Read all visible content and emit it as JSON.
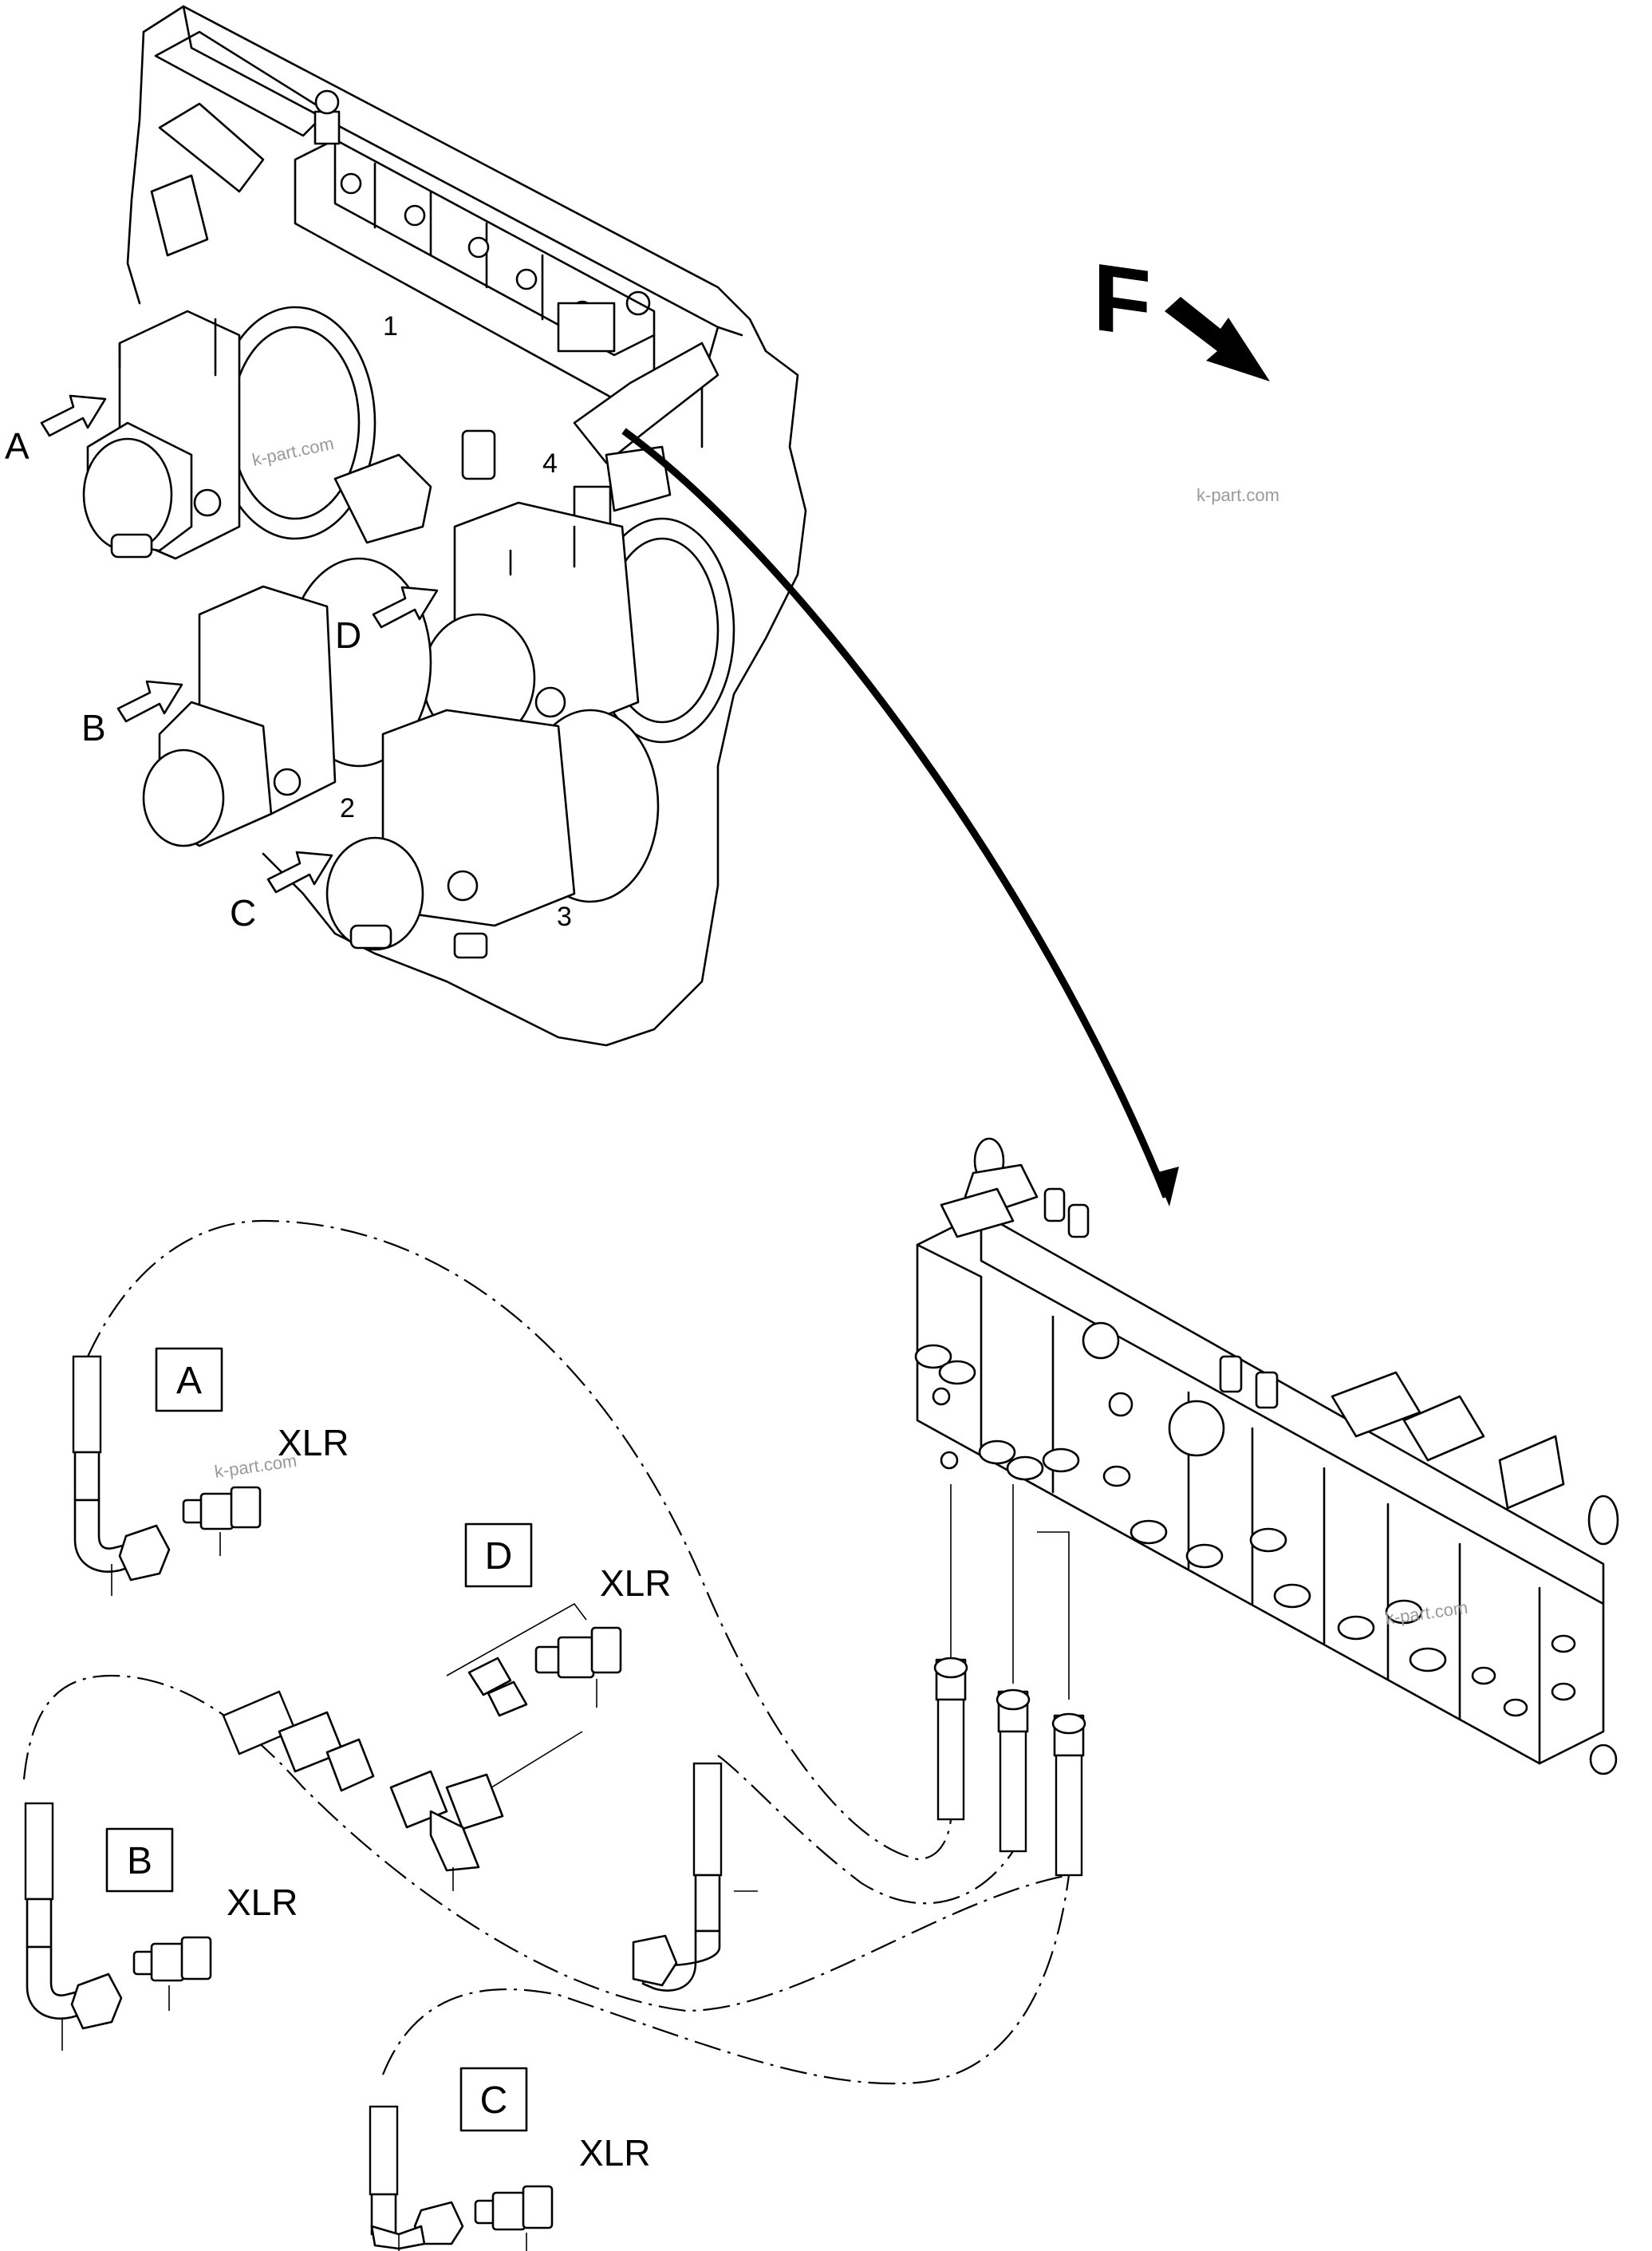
{
  "view_label": "F",
  "watermark": "k-part.com",
  "view_arrows": [
    "A",
    "B",
    "C",
    "D"
  ],
  "part_numbers": [
    "1",
    "2",
    "3",
    "4"
  ],
  "detail_boxes": [
    "A",
    "D",
    "B",
    "C"
  ],
  "fitting_labels": [
    "XLR",
    "XLR",
    "XLR",
    "XLR"
  ],
  "icons": [
    "view-direction-arrow",
    "hose-assembly",
    "elbow-fitting",
    "straight-adapter",
    "tee-fitting",
    "control-valve-block",
    "lifting-eye"
  ]
}
